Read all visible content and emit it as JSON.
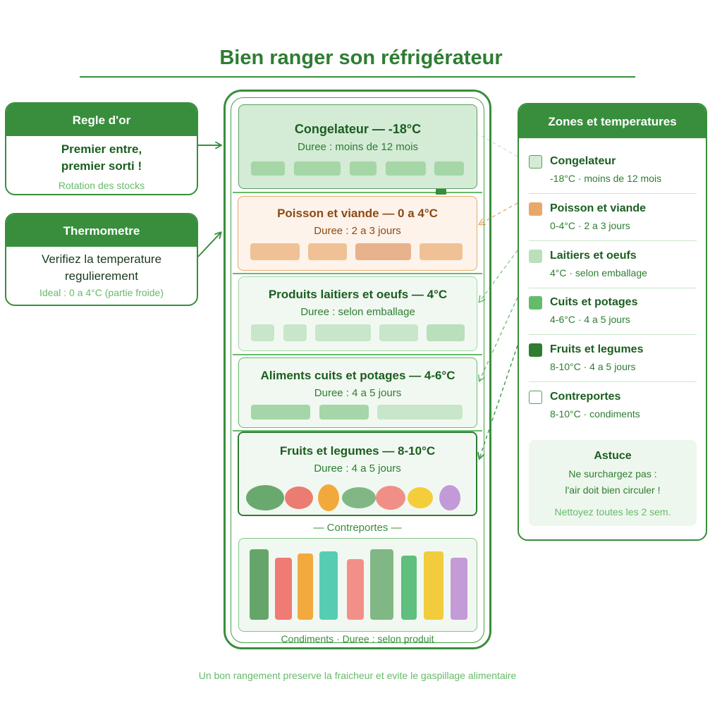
{
  "title": "Bien ranger son réfrigérateur",
  "footer": "Un bon rangement preserve la fraicheur et evite le gaspillage alimentaire",
  "rule_card": {
    "header": "Regle d'or",
    "line1": "Premier entre,",
    "line2": "premier sorti !",
    "note": "Rotation des stocks"
  },
  "thermo_card": {
    "header": "Thermometre",
    "line1": "Verifiez la temperature",
    "line2": "regulierement",
    "note": "Ideal : 0 a 4°C (partie froide)"
  },
  "fridge": {
    "freezer": {
      "title": "Congelateur — -18°C",
      "duration": "Duree : moins de 12 mois"
    },
    "meat": {
      "title": "Poisson et viande — 0 a 4°C",
      "duration": "Duree : 2 a 3 jours"
    },
    "dairy": {
      "title": "Produits laitiers et oeufs — 4°C",
      "duration": "Duree : selon emballage"
    },
    "cooked": {
      "title": "Aliments cuits et potages — 4-6°C",
      "duration": "Duree : 4 a 5 jours"
    },
    "veg": {
      "title": "Fruits et legumes — 8-10°C",
      "duration": "Duree : 4 a 5 jours"
    },
    "door_label": "— Contreportes —",
    "door_note": "Condiments · Duree : selon produit"
  },
  "legend": {
    "header": "Zones et temperatures",
    "items": [
      {
        "name": "Congelateur",
        "desc": "-18°C · moins de 12 mois",
        "color": "#d4ebd6",
        "border": "#5a9e5e"
      },
      {
        "name": "Poisson et viande",
        "desc": "0-4°C · 2 a 3 jours",
        "color": "#e9a86a",
        "border": "#e9a86a"
      },
      {
        "name": "Laitiers et oeufs",
        "desc": "4°C · selon emballage",
        "color": "#b9dfbb",
        "border": "#b9dfbb"
      },
      {
        "name": "Cuits et potages",
        "desc": "4-6°C · 4 a 5 jours",
        "color": "#66bb6a",
        "border": "#66bb6a"
      },
      {
        "name": "Fruits et legumes",
        "desc": "8-10°C · 4 a 5 jours",
        "color": "#2e7d32",
        "border": "#2e7d32"
      },
      {
        "name": "Contreportes",
        "desc": "8-10°C · condiments",
        "color": "#ffffff",
        "border": "#5a9e5e"
      }
    ],
    "tip": {
      "title": "Astuce",
      "line1": "Ne surchargez pas :",
      "line2": "l'air doit bien circuler !",
      "note": "Nettoyez toutes les 2 sem."
    }
  },
  "colors": {
    "primary": "#388e3c",
    "dark_text": "#1b5e20",
    "meat_text": "#8d4a12",
    "light_text": "#66bb6a"
  }
}
